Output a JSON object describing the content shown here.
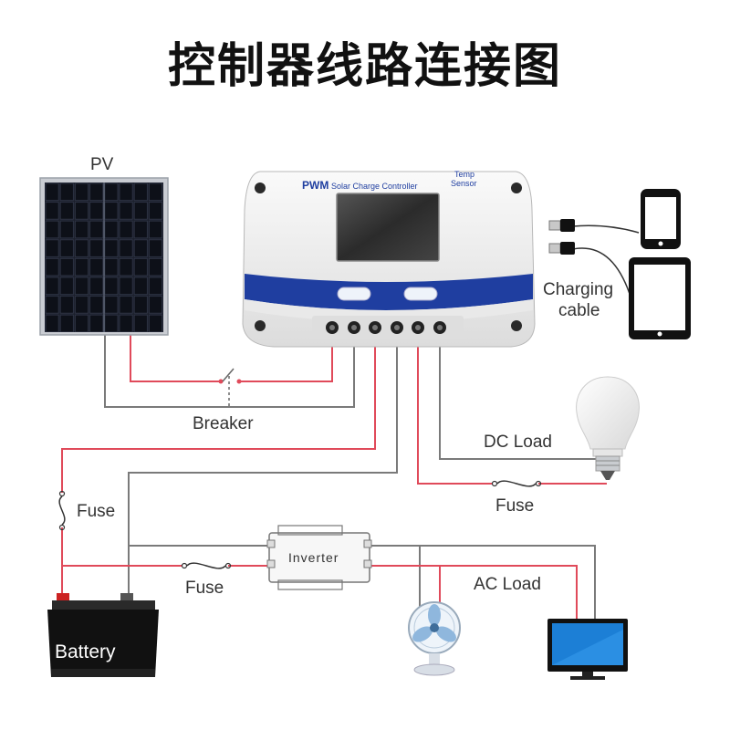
{
  "title": "控制器线路连接图",
  "labels": {
    "pv": "PV",
    "breaker": "Breaker",
    "charging_cable_line1": "Charging",
    "charging_cable_line2": "cable",
    "dc_load": "DC Load",
    "fuse_battery": "Fuse",
    "fuse_dc": "Fuse",
    "fuse_inverter": "Fuse",
    "inverter": "Inverter",
    "ac_load": "AC Load",
    "battery": "Battery"
  },
  "controller": {
    "brand": "PWM",
    "name": "Solar Charge Controller",
    "sensor_line1": "Temp",
    "sensor_line2": "Sensor"
  },
  "colors": {
    "positive_wire": "#e04a5a",
    "negative_wire": "#7a7a7a",
    "controller_accent": "#1f3ea0"
  }
}
